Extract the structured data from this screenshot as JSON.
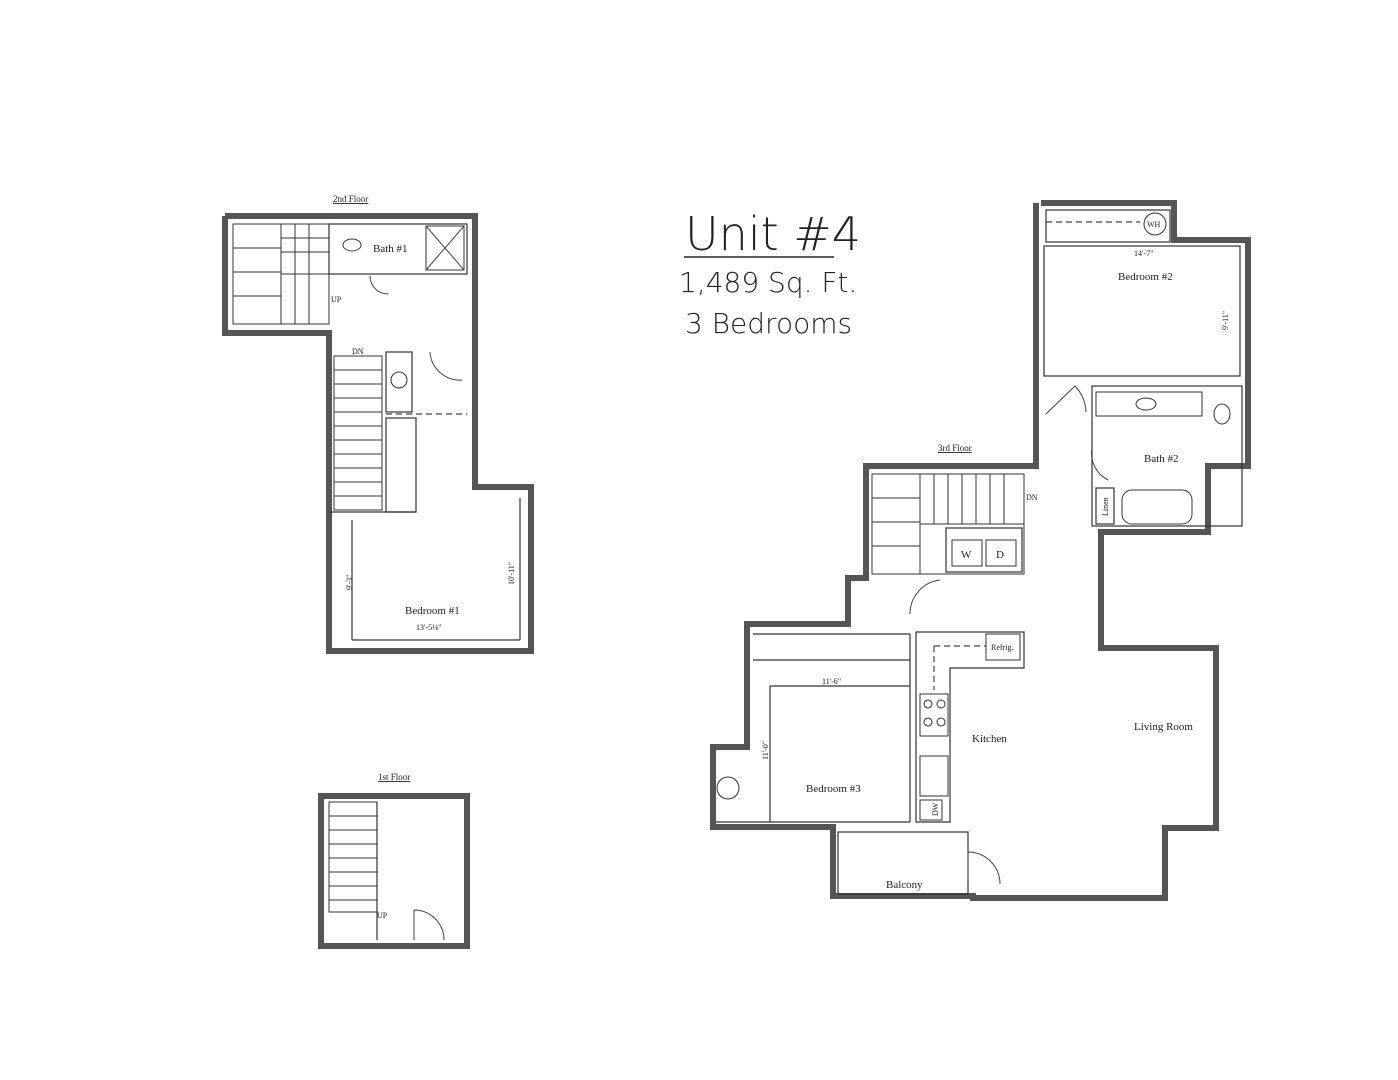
{
  "title": {
    "unit": "Unit #4",
    "area": "1,489 Sq. Ft.",
    "bedrooms": "3 Bedrooms"
  },
  "floors": {
    "second": "2nd Floor",
    "third": "3rd Floor",
    "first": "1st Floor"
  },
  "rooms": {
    "bath1": "Bath #1",
    "bedroom1": "Bedroom #1",
    "bedroom2": "Bedroom #2",
    "bath2": "Bath #2",
    "bedroom3": "Bedroom #3",
    "kitchen": "Kitchen",
    "living": "Living Room",
    "balcony": "Balcony"
  },
  "dimensions": {
    "bed1_width": "13'-5⅛\"",
    "bed1_depth": "9'-3\"",
    "bed1_side": "10'-11\"",
    "bed2_width": "14'-7\"",
    "bed2_depth": "9'-11\"",
    "bed3_width": "11'-6\"",
    "bed3_depth": "11'-0\""
  },
  "fixtures": {
    "water_heater": "WH",
    "washer": "W",
    "dryer": "D",
    "refrigerator": "Refrig.",
    "linen": "Linen",
    "dishwasher": "DW",
    "stair_up": "UP",
    "stair_dn": "DN"
  }
}
